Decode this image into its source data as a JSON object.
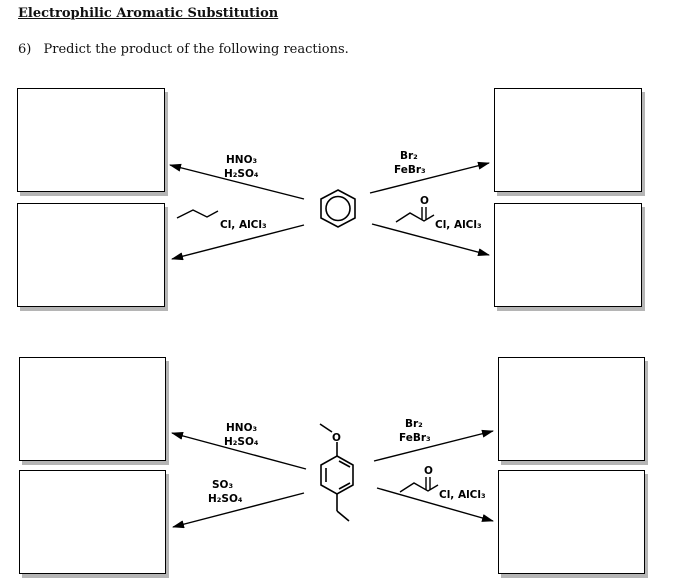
{
  "header": {
    "title": "Electrophilic Aromatic Substitution"
  },
  "question": {
    "number": "6)",
    "text": "Predict the product of the following reactions."
  },
  "reactions": {
    "top": {
      "upper_left": {
        "line1": "HNO₃",
        "line2": "H₂SO₄"
      },
      "upper_right": {
        "line1": "Br₂",
        "line2": "FeBr₃"
      },
      "lower_left": {
        "reagent": "Cl, AlCl₃"
      },
      "lower_right": {
        "carbonyl_o": "O",
        "reagent": "Cl, AlCl₃"
      }
    },
    "bottom": {
      "substituent_o": "O",
      "upper_left": {
        "line1": "HNO₃",
        "line2": "H₂SO₄"
      },
      "upper_right": {
        "line1": "Br₂",
        "line2": "FeBr₃"
      },
      "lower_left": {
        "line1": "SO₃",
        "line2": "H₂SO₄"
      },
      "lower_right": {
        "carbonyl_o": "O",
        "reagent": "Cl, AlCl₃"
      }
    }
  }
}
